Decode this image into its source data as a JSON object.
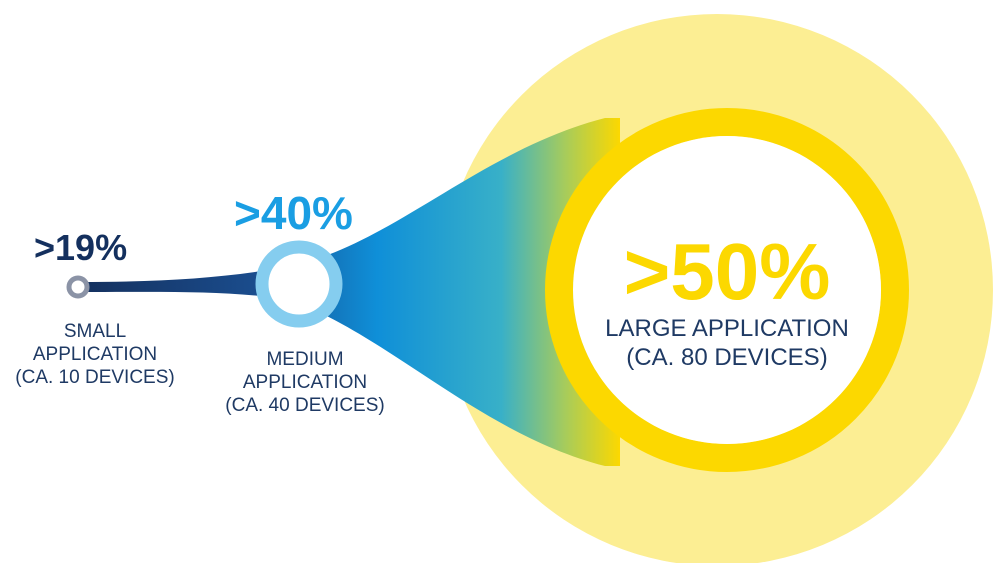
{
  "colors": {
    "navy": "#14305e",
    "text_dark": "#1f3a64",
    "blue": "#1a9ee3",
    "light_blue": "#85cdef",
    "yellow": "#fcd800",
    "pale_yellow": "#fcee93",
    "gray_ring": "#8b93a6"
  },
  "nodes": [
    {
      "id": "small",
      "percent": ">19%",
      "label_lines": [
        "SMALL",
        "APPLICATION",
        "(CA. 10 DEVICES)"
      ]
    },
    {
      "id": "medium",
      "percent": ">40%",
      "label_lines": [
        "MEDIUM",
        "APPLICATION",
        "(CA. 40 DEVICES)"
      ]
    },
    {
      "id": "large",
      "percent": ">50%",
      "label_lines": [
        "LARGE APPLICATION",
        "(CA. 80 DEVICES)"
      ]
    }
  ]
}
